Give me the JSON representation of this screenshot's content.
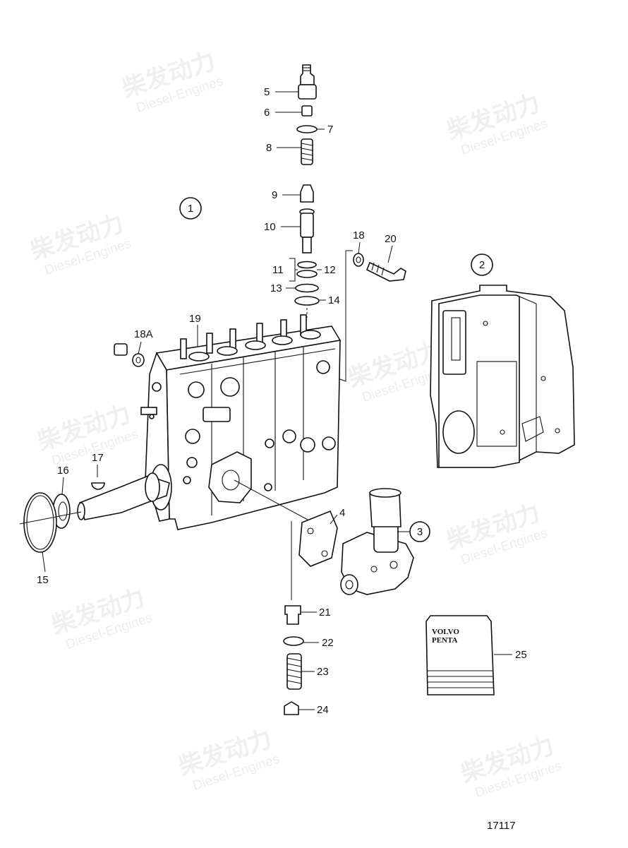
{
  "watermark": {
    "cn": "柴发动力",
    "en": "Diesel-Engines"
  },
  "labels": {
    "l1": "1",
    "l2": "2",
    "l3": "3",
    "l4": "4",
    "l5": "5",
    "l6": "6",
    "l7": "7",
    "l8": "8",
    "l9": "9",
    "l10": "10",
    "l11": "11",
    "l12": "12",
    "l13": "13",
    "l14": "14",
    "l15": "15",
    "l16": "16",
    "l17": "17",
    "l18": "18",
    "l18a": "18A",
    "l19": "19",
    "l20": "20",
    "l21": "21",
    "l22": "22",
    "l23": "23",
    "l24": "24",
    "l25": "25"
  },
  "manual_logo": {
    "line1": "VOLVO",
    "line2": "PENTA"
  },
  "drawing_number": "17117"
}
